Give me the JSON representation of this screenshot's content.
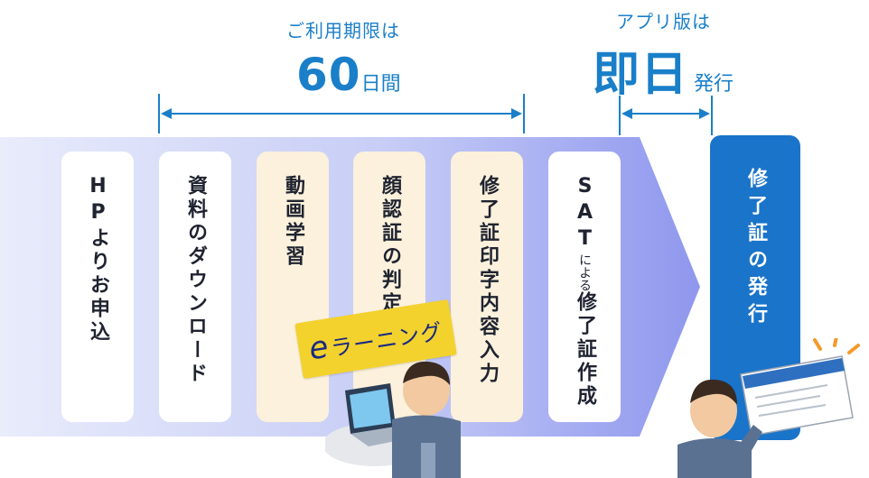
{
  "header": {
    "usage_caption": "ご利用期限は",
    "usage_number": "60",
    "usage_unit": "日間",
    "app_caption": "アプリ版は",
    "app_big": "即日",
    "app_unit": "発行"
  },
  "steps": [
    {
      "label": "HPよりお申込"
    },
    {
      "label": "資料のダウンロード"
    },
    {
      "label": "動画学習"
    },
    {
      "label": "顔認証の判定"
    },
    {
      "label": "修了証印字内容入力"
    },
    {
      "label_prefix": "SAT",
      "label_small": "による",
      "label_suffix": "修了証作成"
    }
  ],
  "elearning": {
    "e": "e",
    "rest": "ラーニング"
  },
  "result": {
    "label": "修了証の発行"
  },
  "colors": {
    "accent_blue": "#1a7fc9",
    "result_blue": "#1a74c9",
    "band_start": "#e9ecfb",
    "band_end": "#8f97ee",
    "cream": "#fbf1dc",
    "tag_yellow": "#f3d22e"
  }
}
